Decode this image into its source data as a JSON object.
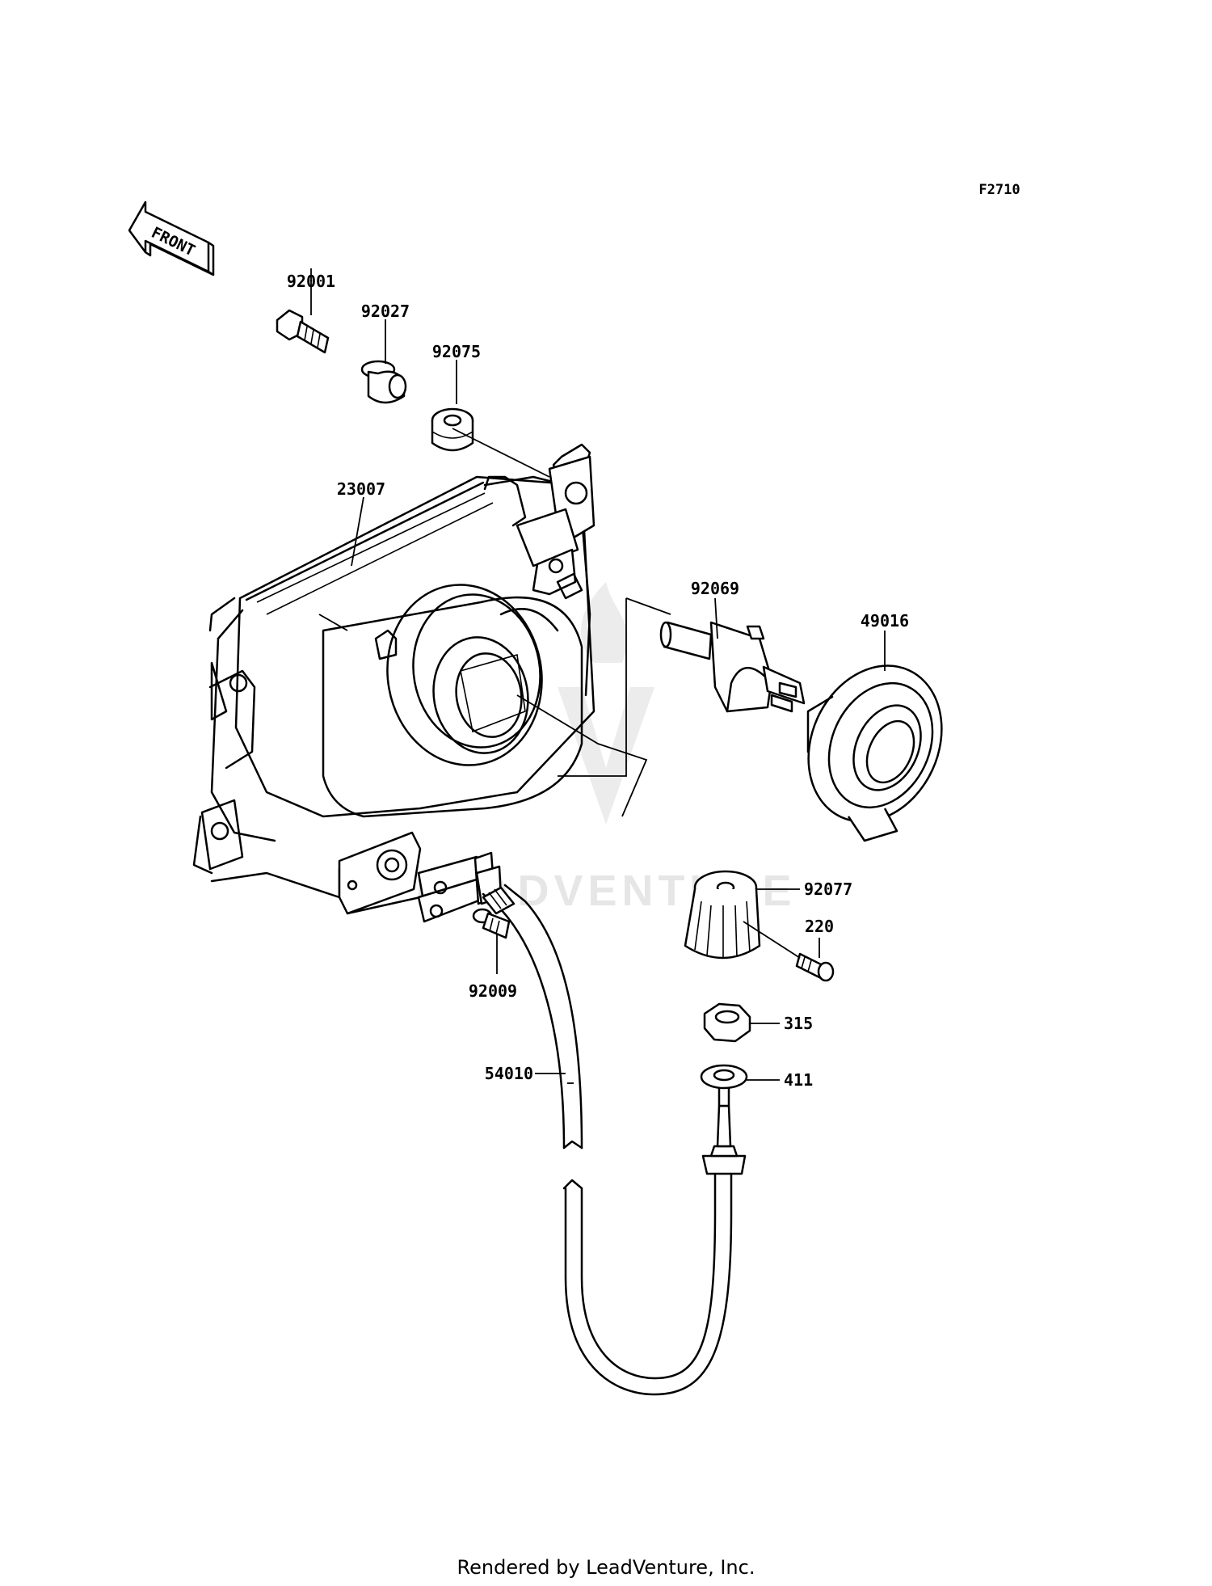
{
  "diagram_code": "F2710",
  "front_arrow_label": "FRONT",
  "watermark": "LEADVENTURE",
  "footer": "Rendered by LeadVenture, Inc.",
  "parts": [
    {
      "number": "92001"
    },
    {
      "number": "92027"
    },
    {
      "number": "92075"
    },
    {
      "number": "23007"
    },
    {
      "number": "92069"
    },
    {
      "number": "49016"
    },
    {
      "number": "92077"
    },
    {
      "number": "220"
    },
    {
      "number": "92009"
    },
    {
      "number": "315"
    },
    {
      "number": "411"
    },
    {
      "number": "54010"
    }
  ]
}
